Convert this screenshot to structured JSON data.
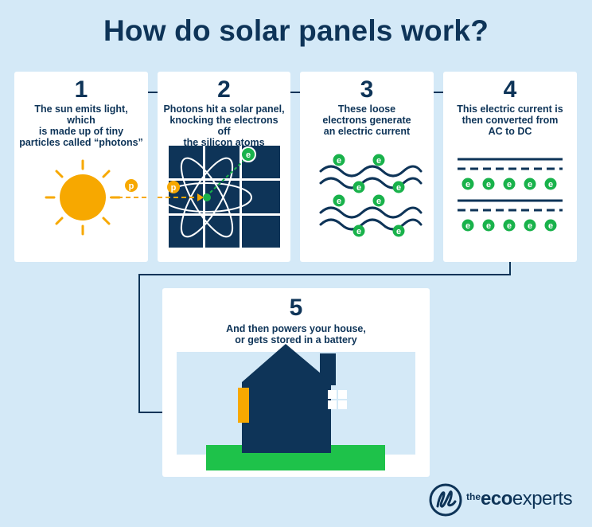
{
  "title": "How do solar panels work?",
  "steps": [
    {
      "number": "1",
      "lines": [
        "The sun emits light, which",
        "is made up of tiny",
        "particles called “photons”"
      ]
    },
    {
      "number": "2",
      "lines": [
        "Photons hit a solar panel,",
        "knocking the electrons off",
        "the silicon atoms"
      ]
    },
    {
      "number": "3",
      "lines": [
        "These loose",
        "electrons generate",
        "an electric current"
      ]
    },
    {
      "number": "4",
      "lines": [
        "This electric current is",
        "then converted from",
        "AC to DC"
      ]
    },
    {
      "number": "5",
      "lines": [
        "And then powers your house,",
        "or gets stored in a battery"
      ]
    }
  ],
  "symbols": {
    "photon": "p",
    "electron": "e"
  },
  "icons": [
    "sun-icon",
    "photon-icon",
    "solar-panel-icon",
    "atom-icon",
    "electron-icon",
    "wave-icon",
    "house-icon",
    "battery-icon",
    "window-icon",
    "logo-icon"
  ],
  "logo": {
    "the": "the",
    "eco": "eco",
    "experts": "experts"
  },
  "colors": {
    "background": "#d4e9f7",
    "navy": "#0e3458",
    "sun": "#f7a800",
    "electron_green": "#19b24b",
    "grass": "#1ec24a",
    "sky": "#d4e9f7",
    "card": "#ffffff"
  }
}
